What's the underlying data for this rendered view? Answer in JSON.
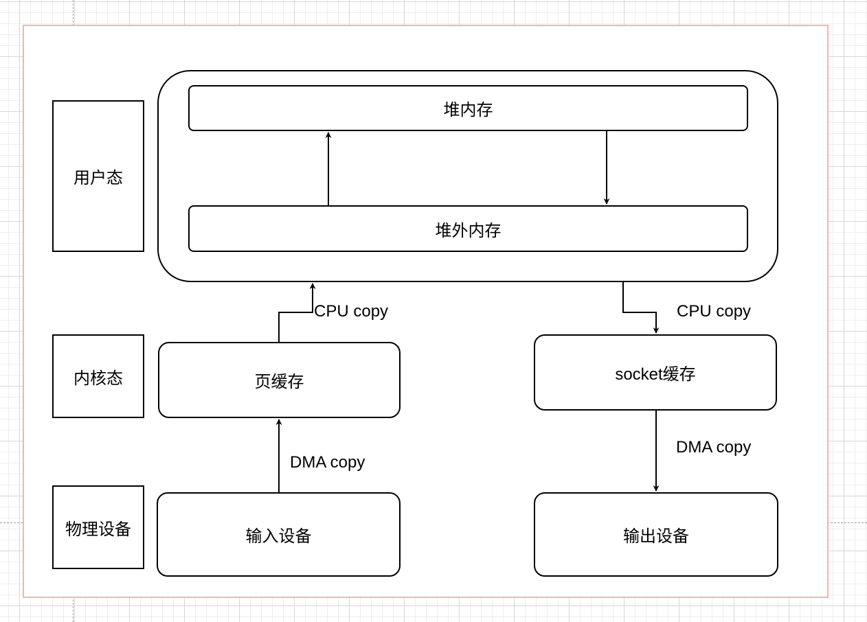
{
  "diagram": {
    "layers": {
      "user": "用户态",
      "kernel": "内核态",
      "device": "物理设备"
    },
    "nodes": {
      "heap": "堆内存",
      "offheap": "堆外内存",
      "page_cache": "页缓存",
      "socket_cache": "socket缓存",
      "input_device": "输入设备",
      "output_device": "输出设备"
    },
    "edges": {
      "cpu_copy_left": "CPU copy",
      "cpu_copy_right": "CPU copy",
      "dma_copy_left": "DMA copy",
      "dma_copy_right": "DMA copy"
    },
    "colors": {
      "frame_border": "#f2b3b3",
      "stroke": "#000000",
      "grid": "#d6d6d6"
    }
  }
}
